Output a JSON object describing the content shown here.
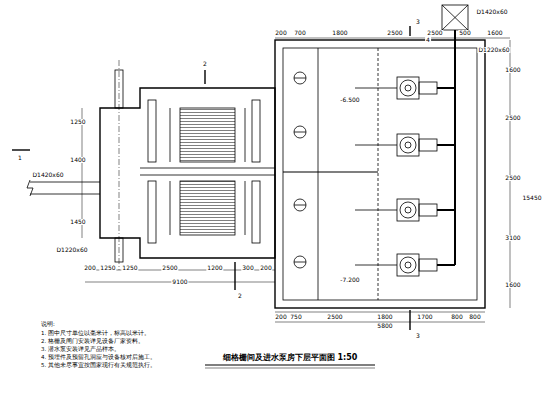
{
  "diagram": {
    "title": "细格栅间及进水泵房下层平面图 1:50",
    "labels": [
      "200",
      "700",
      "1800",
      "2500",
      "2500",
      "500",
      "1600",
      "D1420x60",
      "D1220x60",
      "1600",
      "2500",
      "2500",
      "3100",
      "1600",
      "15450",
      "200",
      "750",
      "2500",
      "1800",
      "1700",
      "800",
      "800",
      "200",
      "1250",
      "1250",
      "2500",
      "1200",
      "300",
      "200",
      "9100",
      "5800",
      "1250",
      "1400",
      "1450",
      "D1420x60",
      "D1220x60",
      "1",
      "2",
      "2",
      "3",
      "3",
      "4",
      "-6.500",
      "-7.200",
      "说明:",
      "1. 图中尺寸单位以毫米计，标高以米计。",
      "2. 格栅及闸门安装详见设备厂家资料。",
      "3. 潜水泵安装详见产品样本。",
      "4. 预埋件及预留孔洞应与设备核对后施工。",
      "5. 其他未尽事宜按国家现行有关规范执行。"
    ]
  }
}
